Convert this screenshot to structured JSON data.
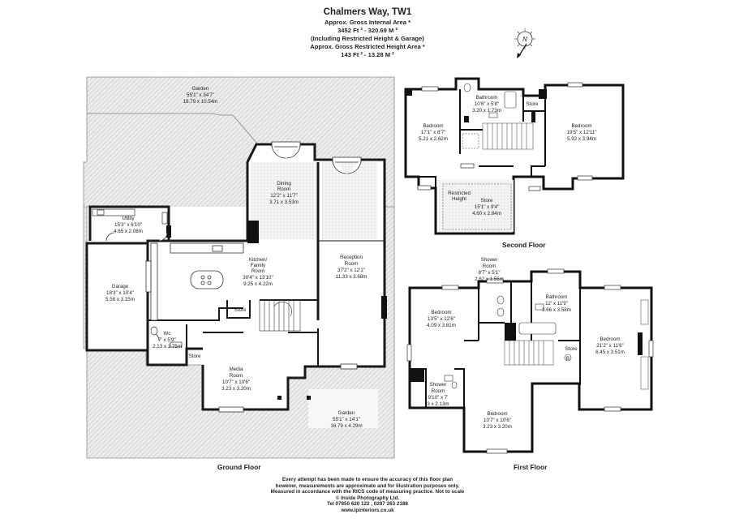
{
  "header": {
    "title": "Chalmers Way, TW1",
    "line1": "Approx. Gross Internal Area *",
    "line2": "3452 Ft ² - 320.69 M ²",
    "line3": "(Including Restricted Height & Garage)",
    "line4": "Approx. Gross Restricted Height Area *",
    "line5": "143 Ft ² - 13.28 M ²"
  },
  "compass": {
    "label": "N"
  },
  "floors": {
    "ground": "Ground Floor",
    "second": "Second Floor",
    "first": "First Floor"
  },
  "rooms": {
    "garden_top": {
      "name": "Garden",
      "imperial": "55'1\" x 34'7\"",
      "metric": "16.79 x 10.54m"
    },
    "dining": {
      "name": "Dining",
      "name2": "Room",
      "imperial": "12'2\" x 11'7\"",
      "metric": "3.71 x 3.53m"
    },
    "utility": {
      "name": "Utility",
      "imperial": "15'3\" x 6'10\"",
      "metric": "4.65 x 2.08m"
    },
    "kitchen": {
      "name": "Kitchen/",
      "name2": "Family",
      "name3": "Room",
      "imperial": "30'4\" x 13'10\"",
      "metric": "9.25 x 4.22m"
    },
    "reception": {
      "name": "Reception",
      "name2": "Room",
      "imperial": "37'2\" x 12'1\"",
      "metric": "11.33 x 3.68m"
    },
    "garage": {
      "name": "Garage",
      "imperial": "18'3\" x 10'4\"",
      "metric": "5.56 x 3.15m"
    },
    "store_g1": {
      "name": "Store"
    },
    "store_g2": {
      "name": "Store"
    },
    "wc": {
      "name": "Wc",
      "imperial": "7' x 5'9\"",
      "metric": "2.13 x 1.75m"
    },
    "media": {
      "name": "Media",
      "name2": "Room",
      "imperial": "10'7\" x 10'6\"",
      "metric": "3.23 x 3.20m"
    },
    "garden_bottom": {
      "name": "Garden",
      "imperial": "55'1\" x 14'1\"",
      "metric": "16.79 x 4.29m"
    },
    "sf_bed_left": {
      "name": "Bedroom",
      "imperial": "17'1\" x 8'7\"",
      "metric": "5.21 x 2.62m"
    },
    "sf_bath": {
      "name": "Bathroom",
      "imperial": "10'6\" x 5'8\"",
      "metric": "3.20 x 1.73m"
    },
    "sf_store_small": {
      "name": "Store"
    },
    "sf_bed_right": {
      "name": "Bedroom",
      "imperial": "19'5\" x 12'11\"",
      "metric": "5.92 x 3.94m"
    },
    "sf_restricted": {
      "name": "Restricted",
      "name2": "Height"
    },
    "sf_store": {
      "name": "Store",
      "imperial": "15'1\" x 9'4\"",
      "metric": "4.60 x 2.84m"
    },
    "ff_shower_top": {
      "name": "Shower",
      "name2": "Room",
      "imperial": "8'7\" x 5'1\"",
      "metric": "2.62 x 1.55m"
    },
    "ff_bed_left": {
      "name": "Bedroom",
      "imperial": "13'5\" x 12'6\"",
      "metric": "4.09 x 3.81m"
    },
    "ff_bath": {
      "name": "Bathroom",
      "imperial": "12' x 11'9\"",
      "metric": "3.66 x 3.58m"
    },
    "ff_bed_right": {
      "name": "Bedroom",
      "imperial": "21'2\" x 11'6\"",
      "metric": "6.45 x 3.51m"
    },
    "ff_store": {
      "name": "Store"
    },
    "ff_b": {
      "name": "B"
    },
    "ff_shower_bottom": {
      "name": "Shower",
      "name2": "Room",
      "imperial": "9'10\" x 7'",
      "metric": "3 x 2.13m"
    },
    "ff_bed_bottom": {
      "name": "Bedroom",
      "imperial": "10'7\" x 10'6\"",
      "metric": "3.23 x 3.20m"
    }
  },
  "footer": {
    "line1": "Every attempt has been made to ensure the accuracy of this floor plan",
    "line2": "however, measurements are approximate and for illustration purposes only.",
    "line3": "Measured in accordance with the RICS code of measuring practice. Not to scale",
    "line4": "© Inside Photography Ltd.",
    "line5": "Tel 07850 620 122 , 0207 263 2188",
    "line6": "www.ipinteriors.co.uk"
  }
}
